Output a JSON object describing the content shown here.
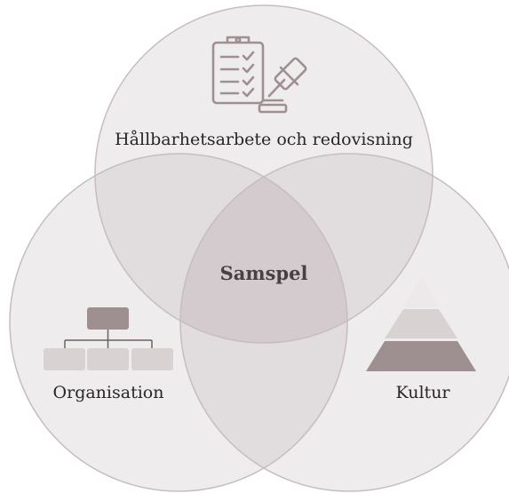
{
  "diagram": {
    "type": "venn",
    "sets": [
      {
        "id": "top",
        "label": "Hållbarhetsarbete och redovisning",
        "icon": "clipboard-gavel-icon"
      },
      {
        "id": "left",
        "label": "Organisation",
        "icon": "org-chart-icon"
      },
      {
        "id": "right",
        "label": "Kultur",
        "icon": "pyramid-icon"
      }
    ],
    "center_label": "Samspel",
    "colors": {
      "circle_fill": "#efeced",
      "circle_stroke": "#c7bdbf",
      "overlap_fill": "#e1dcdd",
      "center_fill": "#d3cbcd",
      "icon_dark": "#9e8f91",
      "icon_light": "#d9d2d3",
      "icon_lighter": "#ede9ea",
      "text": "#2b2526"
    }
  }
}
